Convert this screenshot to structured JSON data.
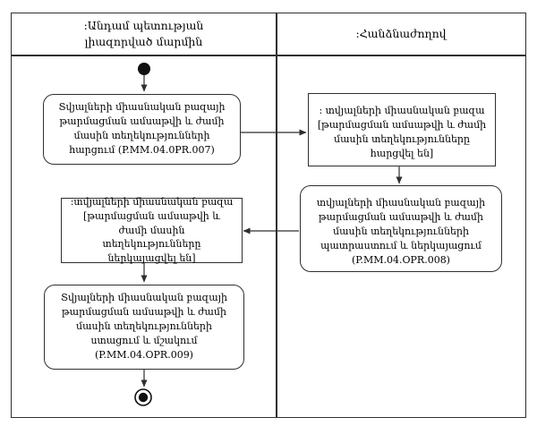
{
  "diagram": {
    "type": "uml-activity-swimlane",
    "lanes": [
      {
        "id": "member-state-authorized-body",
        "title": ":Անդամ պետության լիազորված մարմին"
      },
      {
        "id": "commission",
        "title": ":Հանձնաժողով"
      }
    ],
    "nodes": {
      "start": {
        "kind": "initial-node"
      },
      "l1": {
        "kind": "activity",
        "label": "Տվյալների միասնական բազայի թարմացման ամսաթվի և ժամի մասին տեղեկությունների հարցում (P.MM.04.0PR.007)",
        "code": "P.MM.04.0PR.007",
        "lane": "member-state-authorized-body"
      },
      "r1": {
        "kind": "object-node",
        "label": ": տվյալների միասնական բազա [թարմացման ամսաթվի և ժամի մասին տեղեկությունները հարցվել են]",
        "lane": "commission"
      },
      "r2": {
        "kind": "activity",
        "label": "տվյալների միասնական բազայի թարմացման ամսաթվի և ժամի մասին տեղեկությունների պատրաստում և ներկայացում (P.MM.04.OPR.008)",
        "code": "P.MM.04.OPR.008",
        "lane": "commission"
      },
      "l2": {
        "kind": "object-node",
        "label": ":տվյալների միասնական բազա [թարմացման ամսաթվի և ժամի մասին տեղեկությունները ներկայացվել են]",
        "lane": "member-state-authorized-body"
      },
      "l3": {
        "kind": "activity",
        "label": "Տվյալների միասնական բազայի թարմացման ամսաթվի և ժամի մասին տեղեկությունների ստացում և մշակում (P.MM.04.OPR.009)",
        "code": "P.MM.04.OPR.009",
        "lane": "member-state-authorized-body"
      },
      "end": {
        "kind": "final-node"
      }
    },
    "flows": [
      {
        "from": "start",
        "to": "l1"
      },
      {
        "from": "l1",
        "to": "r1"
      },
      {
        "from": "r1",
        "to": "r2"
      },
      {
        "from": "r2",
        "to": "l2"
      },
      {
        "from": "l2",
        "to": "l3"
      },
      {
        "from": "l3",
        "to": "end"
      }
    ],
    "colors": {
      "border": "#2f2f2f",
      "text": "#000000",
      "background": "#ffffff",
      "node_fill": "#111111"
    }
  }
}
